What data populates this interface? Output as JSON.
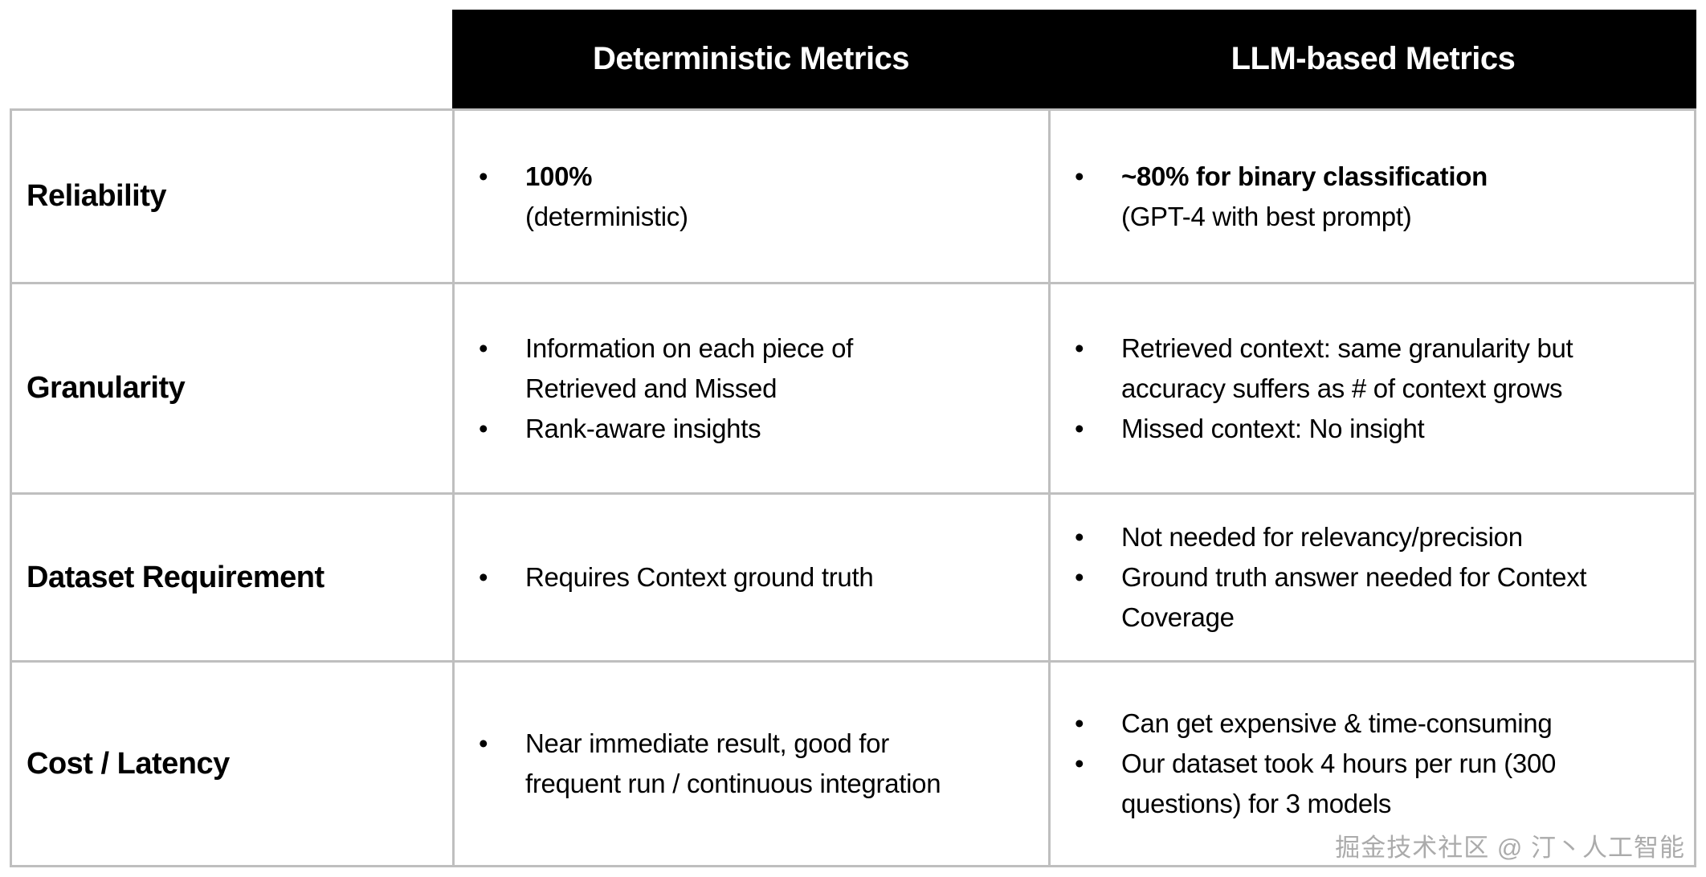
{
  "icons": {
    "bullet": "•"
  },
  "colors": {
    "header_bg": "#000000",
    "header_text": "#ffffff",
    "border": "#bfbfbf",
    "body_text": "#000000",
    "watermark": "#ababab"
  },
  "header": {
    "columns": [
      "Deterministic Metrics",
      "LLM-based Metrics"
    ]
  },
  "rows": [
    {
      "label": "Reliability",
      "det": [
        {
          "bold": "100%",
          "normal": "(deterministic)"
        }
      ],
      "llm": [
        {
          "bold": "~80% for binary classification",
          "normal": "(GPT-4 with best prompt)"
        }
      ]
    },
    {
      "label": "Granularity",
      "det": [
        {
          "text": "Information on each piece of\nRetrieved and Missed"
        },
        {
          "text": "Rank-aware insights"
        }
      ],
      "llm": [
        {
          "text": "Retrieved context: same granularity but\naccuracy suffers as # of context grows"
        },
        {
          "text": "Missed context: No insight"
        }
      ]
    },
    {
      "label": "Dataset Requirement",
      "det": [
        {
          "text": "Requires Context ground truth"
        }
      ],
      "llm": [
        {
          "text": "Not needed for relevancy/precision"
        },
        {
          "text": "Ground truth answer needed for Context\nCoverage"
        }
      ]
    },
    {
      "label": "Cost / Latency",
      "det": [
        {
          "text": "Near immediate result, good for\nfrequent run / continuous integration"
        }
      ],
      "llm": [
        {
          "text": "Can get expensive & time-consuming"
        },
        {
          "text": "Our dataset took 4 hours per run (300\nquestions) for 3 models"
        }
      ]
    }
  ],
  "watermark": "掘金技术社区 @ 汀丶人工智能"
}
